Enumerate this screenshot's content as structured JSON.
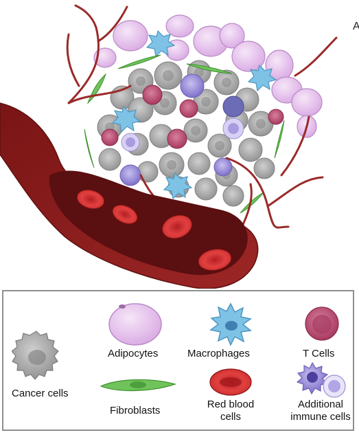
{
  "figure": {
    "corner_mark": "A"
  },
  "legend": {
    "items": [
      {
        "id": "cancer",
        "label": "Cancer cells",
        "icon": "cancer-cell-icon",
        "color": "#9a9a9a"
      },
      {
        "id": "adipocytes",
        "label": "Adipocytes",
        "icon": "adipocyte-icon",
        "color": "#e7c6ef"
      },
      {
        "id": "macrophages",
        "label": "Macrophages",
        "icon": "macrophage-icon",
        "color": "#7ec3e6"
      },
      {
        "id": "tcells",
        "label": "T Cells",
        "icon": "t-cell-icon",
        "color": "#c2587c"
      },
      {
        "id": "fibroblasts",
        "label": "Fibroblasts",
        "icon": "fibroblast-icon",
        "color": "#6fc35a"
      },
      {
        "id": "rbc",
        "label_line1": "Red blood",
        "label_line2": "cells",
        "icon": "red-blood-cell-icon",
        "color": "#d93434"
      },
      {
        "id": "immune",
        "label_line1": "Additional",
        "label_line2": "immune cells",
        "icon": "immune-cell-icon",
        "color": "#9c8ed8"
      }
    ]
  },
  "colors": {
    "vessel_wall": "#8b1e1e",
    "vessel_lumen": "#5a0f10",
    "capillary": "#9b2a2a",
    "border": "#8e8e8e"
  }
}
